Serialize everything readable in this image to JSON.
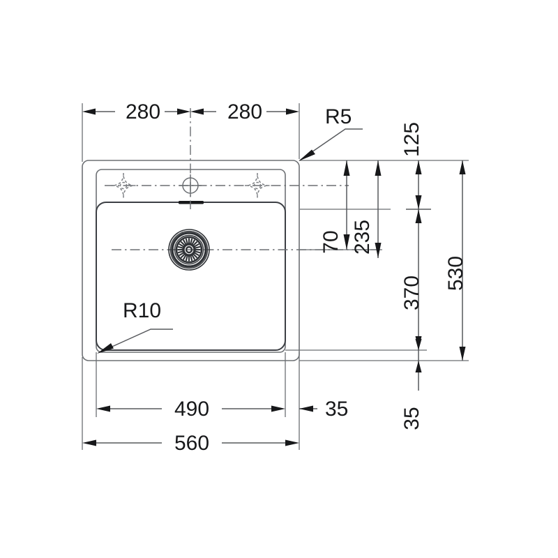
{
  "drawing": {
    "title": "Kitchen sink technical dimension drawing",
    "units": "mm",
    "line_color": "#6d7074",
    "dim_color": "#17181a",
    "background": "#ffffff"
  },
  "dimensions": {
    "top": [
      {
        "id": "top-left-280",
        "label": "280",
        "orientation": "horizontal"
      },
      {
        "id": "top-right-280",
        "label": "280",
        "orientation": "horizontal"
      }
    ],
    "right": [
      {
        "id": "right-125",
        "label": "125",
        "orientation": "vertical"
      },
      {
        "id": "right-235",
        "label": "235",
        "orientation": "vertical"
      },
      {
        "id": "right-70",
        "label": "70",
        "orientation": "vertical"
      },
      {
        "id": "right-370",
        "label": "370",
        "orientation": "vertical"
      },
      {
        "id": "right-530",
        "label": "530",
        "orientation": "vertical"
      },
      {
        "id": "right-35",
        "label": "35",
        "orientation": "vertical"
      }
    ],
    "bottom": [
      {
        "id": "bottom-490",
        "label": "490",
        "orientation": "horizontal"
      },
      {
        "id": "bottom-35",
        "label": "35",
        "orientation": "horizontal"
      },
      {
        "id": "bottom-560",
        "label": "560",
        "orientation": "horizontal"
      }
    ],
    "radii": [
      {
        "id": "radius-r5",
        "label": "R5",
        "target": "sink outer corner"
      },
      {
        "id": "radius-r10",
        "label": "R10",
        "target": "bowl inner corner"
      }
    ]
  },
  "features": {
    "tap_holes": [
      {
        "id": "tap-hole-left",
        "type": "knockout",
        "style": "dashed-diamond"
      },
      {
        "id": "tap-hole-center",
        "type": "drilled",
        "style": "crosshair-circle"
      },
      {
        "id": "tap-hole-right",
        "type": "knockout",
        "style": "dashed-diamond"
      }
    ],
    "drain": {
      "id": "drain-strainer",
      "type": "strainer-waste",
      "slots": 24
    },
    "overflow": {
      "id": "overflow-slot",
      "type": "slot"
    }
  }
}
